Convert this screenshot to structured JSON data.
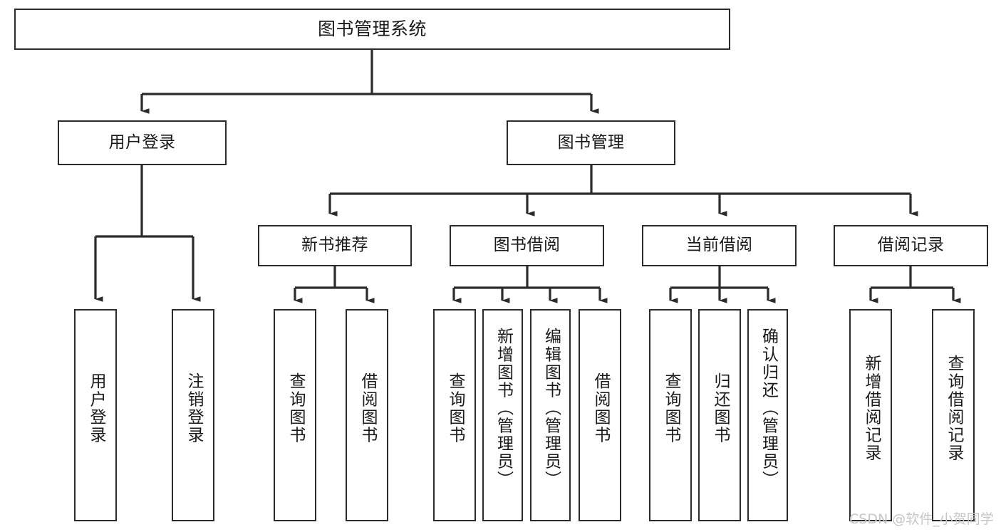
{
  "diagram": {
    "title": "图书管理系统",
    "type": "tree",
    "watermark": "CSDN @软件_小贺同学",
    "colors": {
      "box_border": "#2b2b2b",
      "box_fill": "#ffffff",
      "edge": "#2b2b2b",
      "text": "#1a1a1a",
      "watermark": "#c6c6c6"
    },
    "root": {
      "label": "图书管理系统"
    },
    "level2": [
      {
        "label": "用户登录"
      },
      {
        "label": "图书管理"
      }
    ],
    "level3": [
      {
        "label": "新书推荐"
      },
      {
        "label": "图书借阅"
      },
      {
        "label": "当前借阅"
      },
      {
        "label": "借阅记录"
      }
    ],
    "leaves": {
      "user_login": [
        {
          "label": "用户登录"
        },
        {
          "label": "注销登录"
        }
      ],
      "new_book_recommend": [
        {
          "label": "查询图书"
        },
        {
          "label": "借阅图书"
        }
      ],
      "book_borrow": [
        {
          "label": "查询图书"
        },
        {
          "label": "新增图书（管理员）"
        },
        {
          "label": "编辑图书（管理员）"
        },
        {
          "label": "借阅图书"
        }
      ],
      "current_borrow": [
        {
          "label": "查询图书"
        },
        {
          "label": "归还图书"
        },
        {
          "label": "确认归还（管理员）"
        }
      ],
      "borrow_record": [
        {
          "label": "新增借阅记录"
        },
        {
          "label": "查询借阅记录"
        }
      ]
    }
  }
}
